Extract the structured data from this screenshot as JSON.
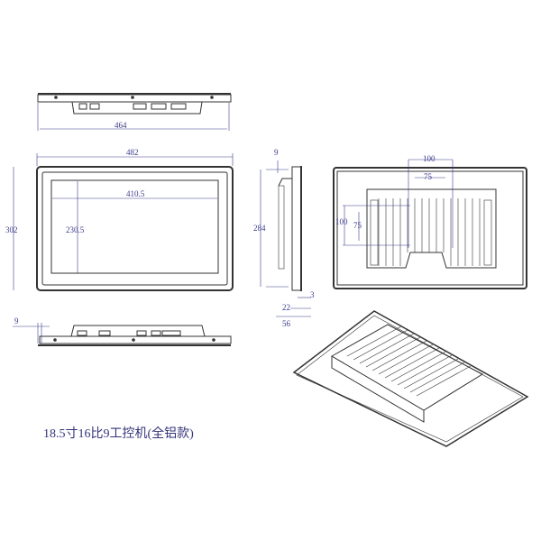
{
  "caption": "18.5寸16比9工控机(全铝款)",
  "top_view": {
    "width_label": "464"
  },
  "front_view": {
    "outer_width_label": "482",
    "outer_height_label": "302",
    "screen_width_label": "410.5",
    "screen_height_label": "230.5"
  },
  "side_view": {
    "top_offset_label": "9",
    "height_label": "284",
    "bezel_label": "3",
    "body_label": "22",
    "depth_label": "56"
  },
  "rear_view": {
    "vesa_outer_label": "100",
    "vesa_inner_label": "75",
    "vesa_outer_v_label": "100",
    "vesa_inner_v_label": "75"
  },
  "bottom_view": {
    "offset_label": "9"
  },
  "colors": {
    "dimension": "#3a3a8c",
    "line": "#333333"
  }
}
